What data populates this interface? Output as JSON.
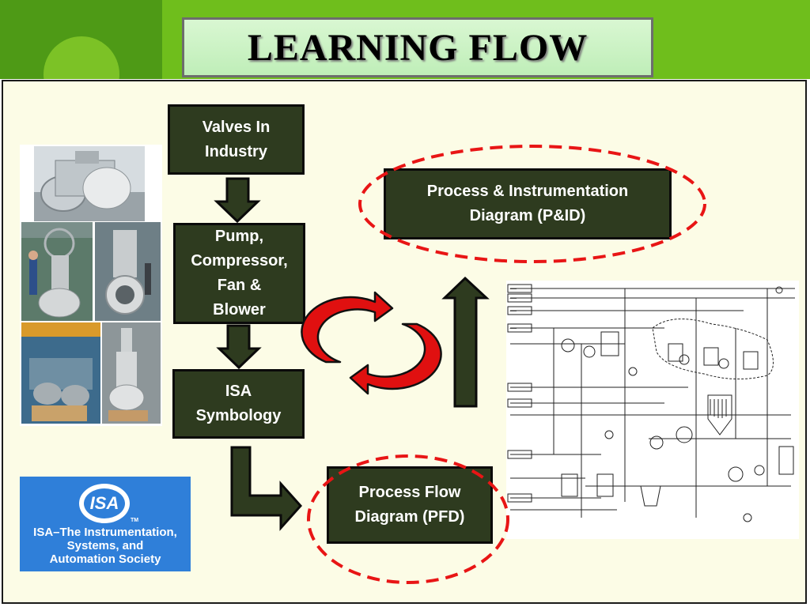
{
  "slide": {
    "title": "LEARNING FLOW"
  },
  "flow": {
    "valves": "Valves In\nIndustry",
    "pump": "Pump,\nCompressor,\nFan &\nBlower",
    "isa": "ISA\nSymbology",
    "pfd": "Process Flow\nDiagram (PFD)",
    "pid": "Process & Instrumentation\nDiagram (P&ID)"
  },
  "logo": {
    "mark": "ISA",
    "tm": "TM",
    "caption": "ISA–The Instrumentation,\nSystems, and\nAutomation Society"
  },
  "colors": {
    "green_band": "#6fbe1c",
    "box_fill": "#2e3b1f",
    "arrow_fill": "#2e3b1f",
    "dashed_ellipse": "#e81515",
    "cycle_arrow": "#e01010",
    "slide_bg": "#fcfce6",
    "logo_blue": "#2f7fd9"
  }
}
